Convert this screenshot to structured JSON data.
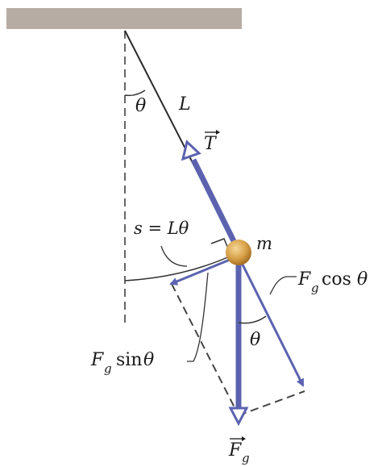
{
  "colors": {
    "ceiling": "#b7aca4",
    "string": "#2a2a2a",
    "vector": "#5b63b0",
    "bob": "#d8a24a",
    "dashed": "#666666"
  },
  "labels": {
    "angle_top": "θ",
    "length": "L",
    "tension": "T",
    "arc_length": "s = Lθ",
    "mass": "m",
    "fg_cos_F": "F",
    "fg_cos_sub": "g",
    "fg_cos_rest": "cos",
    "fg_cos_theta": "θ",
    "fg_sin_F": "F",
    "fg_sin_sub": "g",
    "fg_sin_rest": "sin",
    "fg_sin_theta": "θ",
    "angle_bottom": "θ",
    "gravity_F": "F",
    "gravity_sub": "g"
  }
}
